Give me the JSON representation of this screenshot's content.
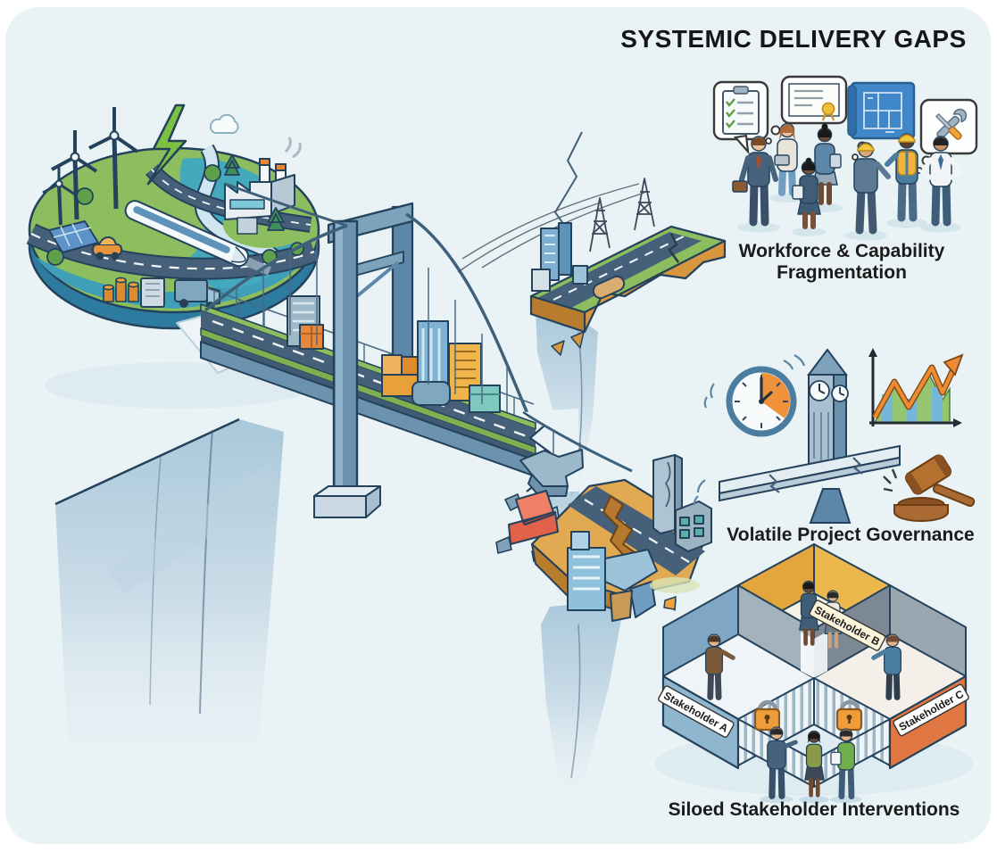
{
  "title": "SYSTEMIC DELIVERY GAPS",
  "sections": {
    "workforce": {
      "label": "Workforce & Capability Fragmentation"
    },
    "governance": {
      "label": "Volatile Project Governance"
    },
    "silos": {
      "label": "Siloed Stakeholder Interventions",
      "stakeholder_a": "Stakeholder A",
      "stakeholder_b": "Stakeholder B",
      "stakeholder_c": "Stakeholder C"
    }
  },
  "colors": {
    "canvas": "#e9f2f5",
    "ink_outline": "#24425c",
    "label_text": "#1b1b1b",
    "grass_green": "#8cbd5e",
    "water_teal": "#41a5bd",
    "energy_green": "#7cc142",
    "steel_blue": "#6b93b0",
    "earth_tan": "#e2a953",
    "volatility_orange": "#ef8b33",
    "barrier_red": "#e2614b",
    "gavel_brown": "#a96b33",
    "padlock_orange": "#ef9d3a",
    "silo_blue": "#8fb6cf",
    "silo_amber": "#ecb84d",
    "silo_orange": "#e07742"
  },
  "icons": [
    "wind-turbine-icon",
    "lightning-bolt-icon",
    "cloud-icon",
    "factory-icon",
    "train-icon",
    "solar-panel-icon",
    "car-icon",
    "truck-icon",
    "tree-icon",
    "coin-stack-icon",
    "suspension-bridge-icon",
    "broken-deck-icon",
    "traffic-barrier-icon",
    "power-pylon-icon",
    "checklist-bubble-icon",
    "certificate-bubble-icon",
    "blueprint-bubble-icon",
    "tools-bubble-icon",
    "worker-figure-icon",
    "deadline-clock-icon",
    "clock-tower-icon",
    "volatility-chart-icon",
    "cracked-seesaw-icon",
    "gavel-icon",
    "padlock-icon",
    "silo-room-icon"
  ]
}
